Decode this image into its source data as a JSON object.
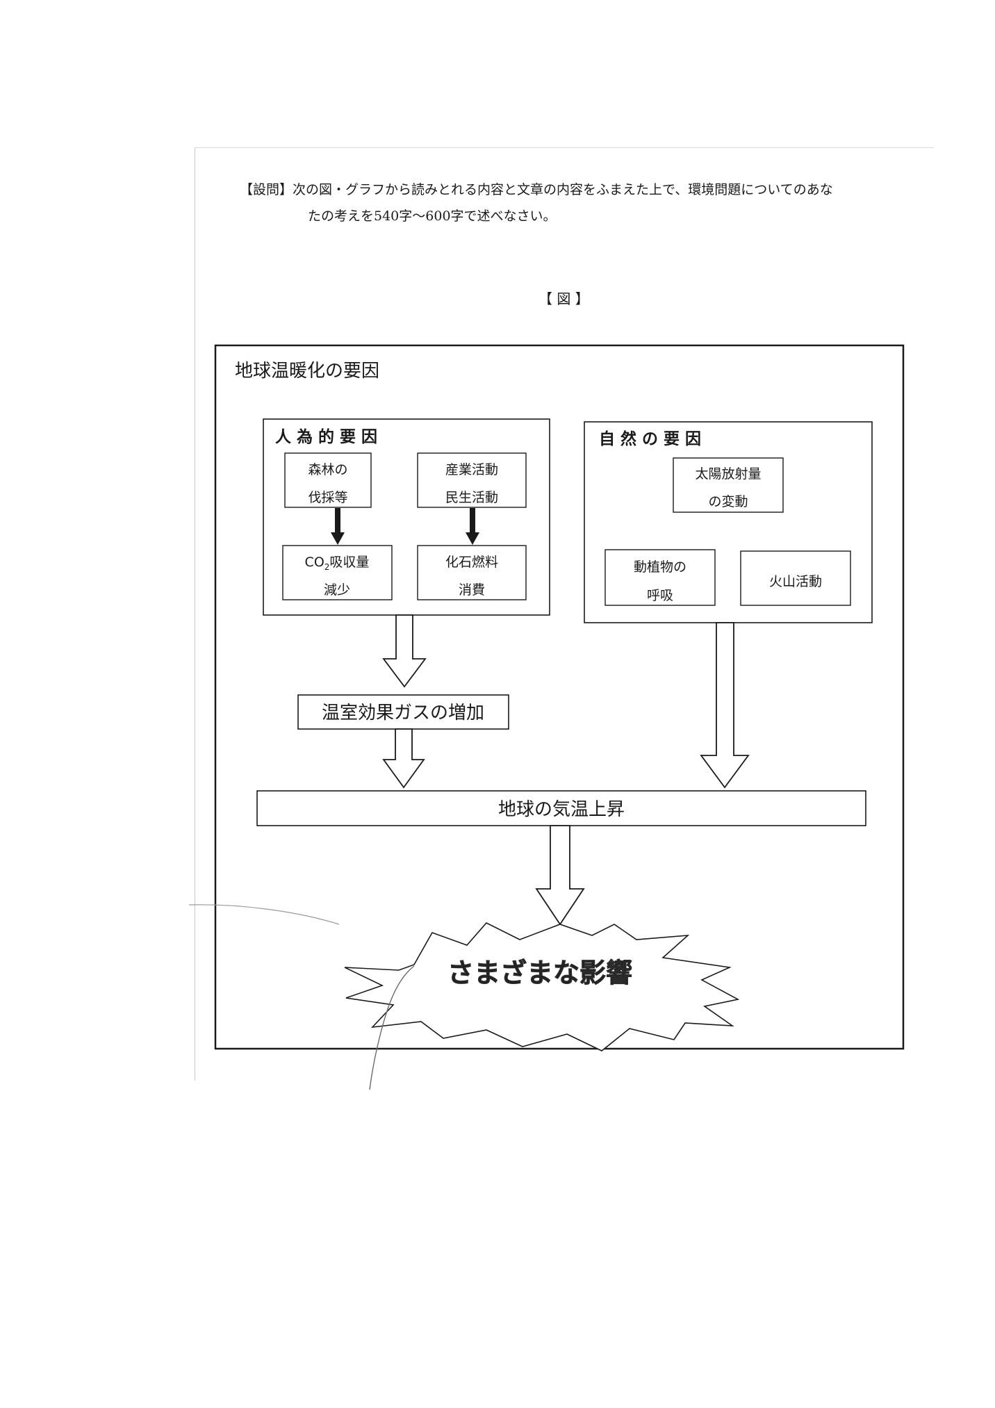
{
  "question": {
    "tag": "【設問】",
    "line1": "次の図・グラフから読みとれる内容と文章の内容をふまえた上で、環境問題についてのあな",
    "line2": "たの考えを540字〜600字で述べなさい。"
  },
  "figure": {
    "caption": "【 図 】",
    "title": "地球温暖化の要因",
    "human": {
      "header": "人 為 的 要 因",
      "forest_l1": "森林の",
      "forest_l2": "伐採等",
      "industry_l1": "産業活動",
      "industry_l2": "民生活動",
      "co2_l1a": "CO",
      "co2_sub": "2",
      "co2_l1b": "吸収量",
      "co2_l2": "減少",
      "fossil_l1": "化石燃料",
      "fossil_l2": "消費"
    },
    "natural": {
      "header": "自 然 の 要 因",
      "solar_l1": "太陽放射量",
      "solar_l2": "の変動",
      "resp_l1": "動植物の",
      "resp_l2": "呼吸",
      "volcano": "火山活動"
    },
    "greenhouse": "温室効果ガスの増加",
    "temperature": "地球の気温上昇",
    "impacts": "さまざまな影響"
  }
}
